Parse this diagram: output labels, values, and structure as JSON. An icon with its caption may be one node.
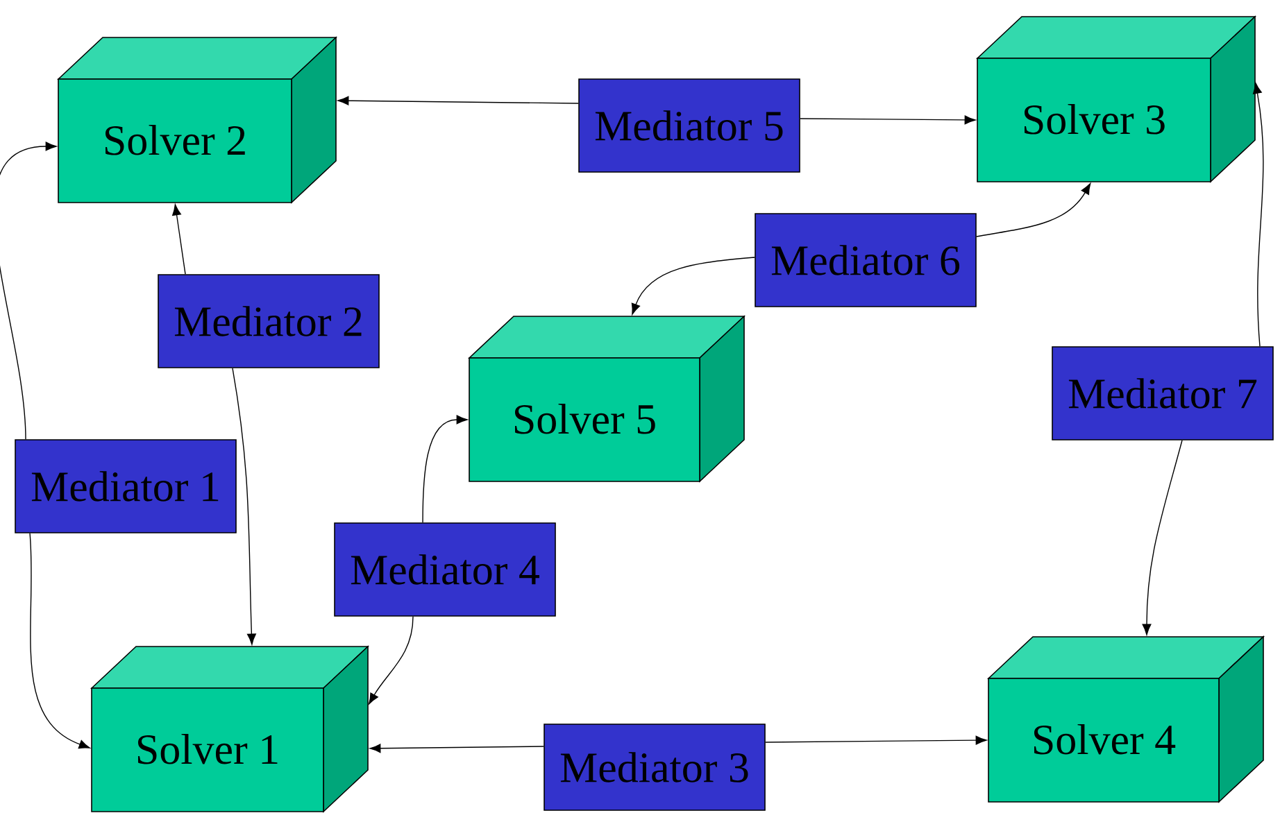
{
  "diagram": {
    "nodes": [
      {
        "text": [
          "Solver 2"
        ]
      },
      {
        "text": [
          "Mediator 5"
        ]
      },
      {
        "text": [
          "Solver 3"
        ]
      },
      {
        "text": [
          "Mediator 6"
        ]
      },
      {
        "text": [
          "Mediator 2"
        ]
      },
      {
        "text": [
          "Solver 5"
        ]
      },
      {
        "text": [
          "Mediator 7"
        ]
      },
      {
        "text": [
          "Mediator 1"
        ]
      },
      {
        "text": [
          "Mediator 4"
        ]
      },
      {
        "text": [
          "Solver 1"
        ]
      },
      {
        "text": [
          "Mediator 3"
        ]
      },
      {
        "text": [
          "Solver 4"
        ]
      }
    ],
    "edges": [
      {
        "from": 1,
        "to": 0,
        "arrow": "to"
      },
      {
        "from": 1,
        "to": 2,
        "arrow": "to"
      },
      {
        "from": 3,
        "to": 2,
        "arrow": "to"
      },
      {
        "from": 3,
        "to": 5,
        "arrow": "to"
      },
      {
        "from": 4,
        "to": 0,
        "arrow": "to"
      },
      {
        "from": 4,
        "to": 9,
        "arrow": "to"
      },
      {
        "from": 6,
        "to": 2,
        "arrow": "to"
      },
      {
        "from": 6,
        "to": 11,
        "arrow": "to"
      },
      {
        "from": 7,
        "to": 0,
        "arrow": "to"
      },
      {
        "from": 7,
        "to": 9,
        "arrow": "to"
      },
      {
        "from": 8,
        "to": 5,
        "arrow": "to"
      },
      {
        "from": 8,
        "to": 9,
        "arrow": "to"
      },
      {
        "from": 10,
        "to": 9,
        "arrow": "to"
      },
      {
        "from": 10,
        "to": 11,
        "arrow": "to"
      }
    ]
  }
}
